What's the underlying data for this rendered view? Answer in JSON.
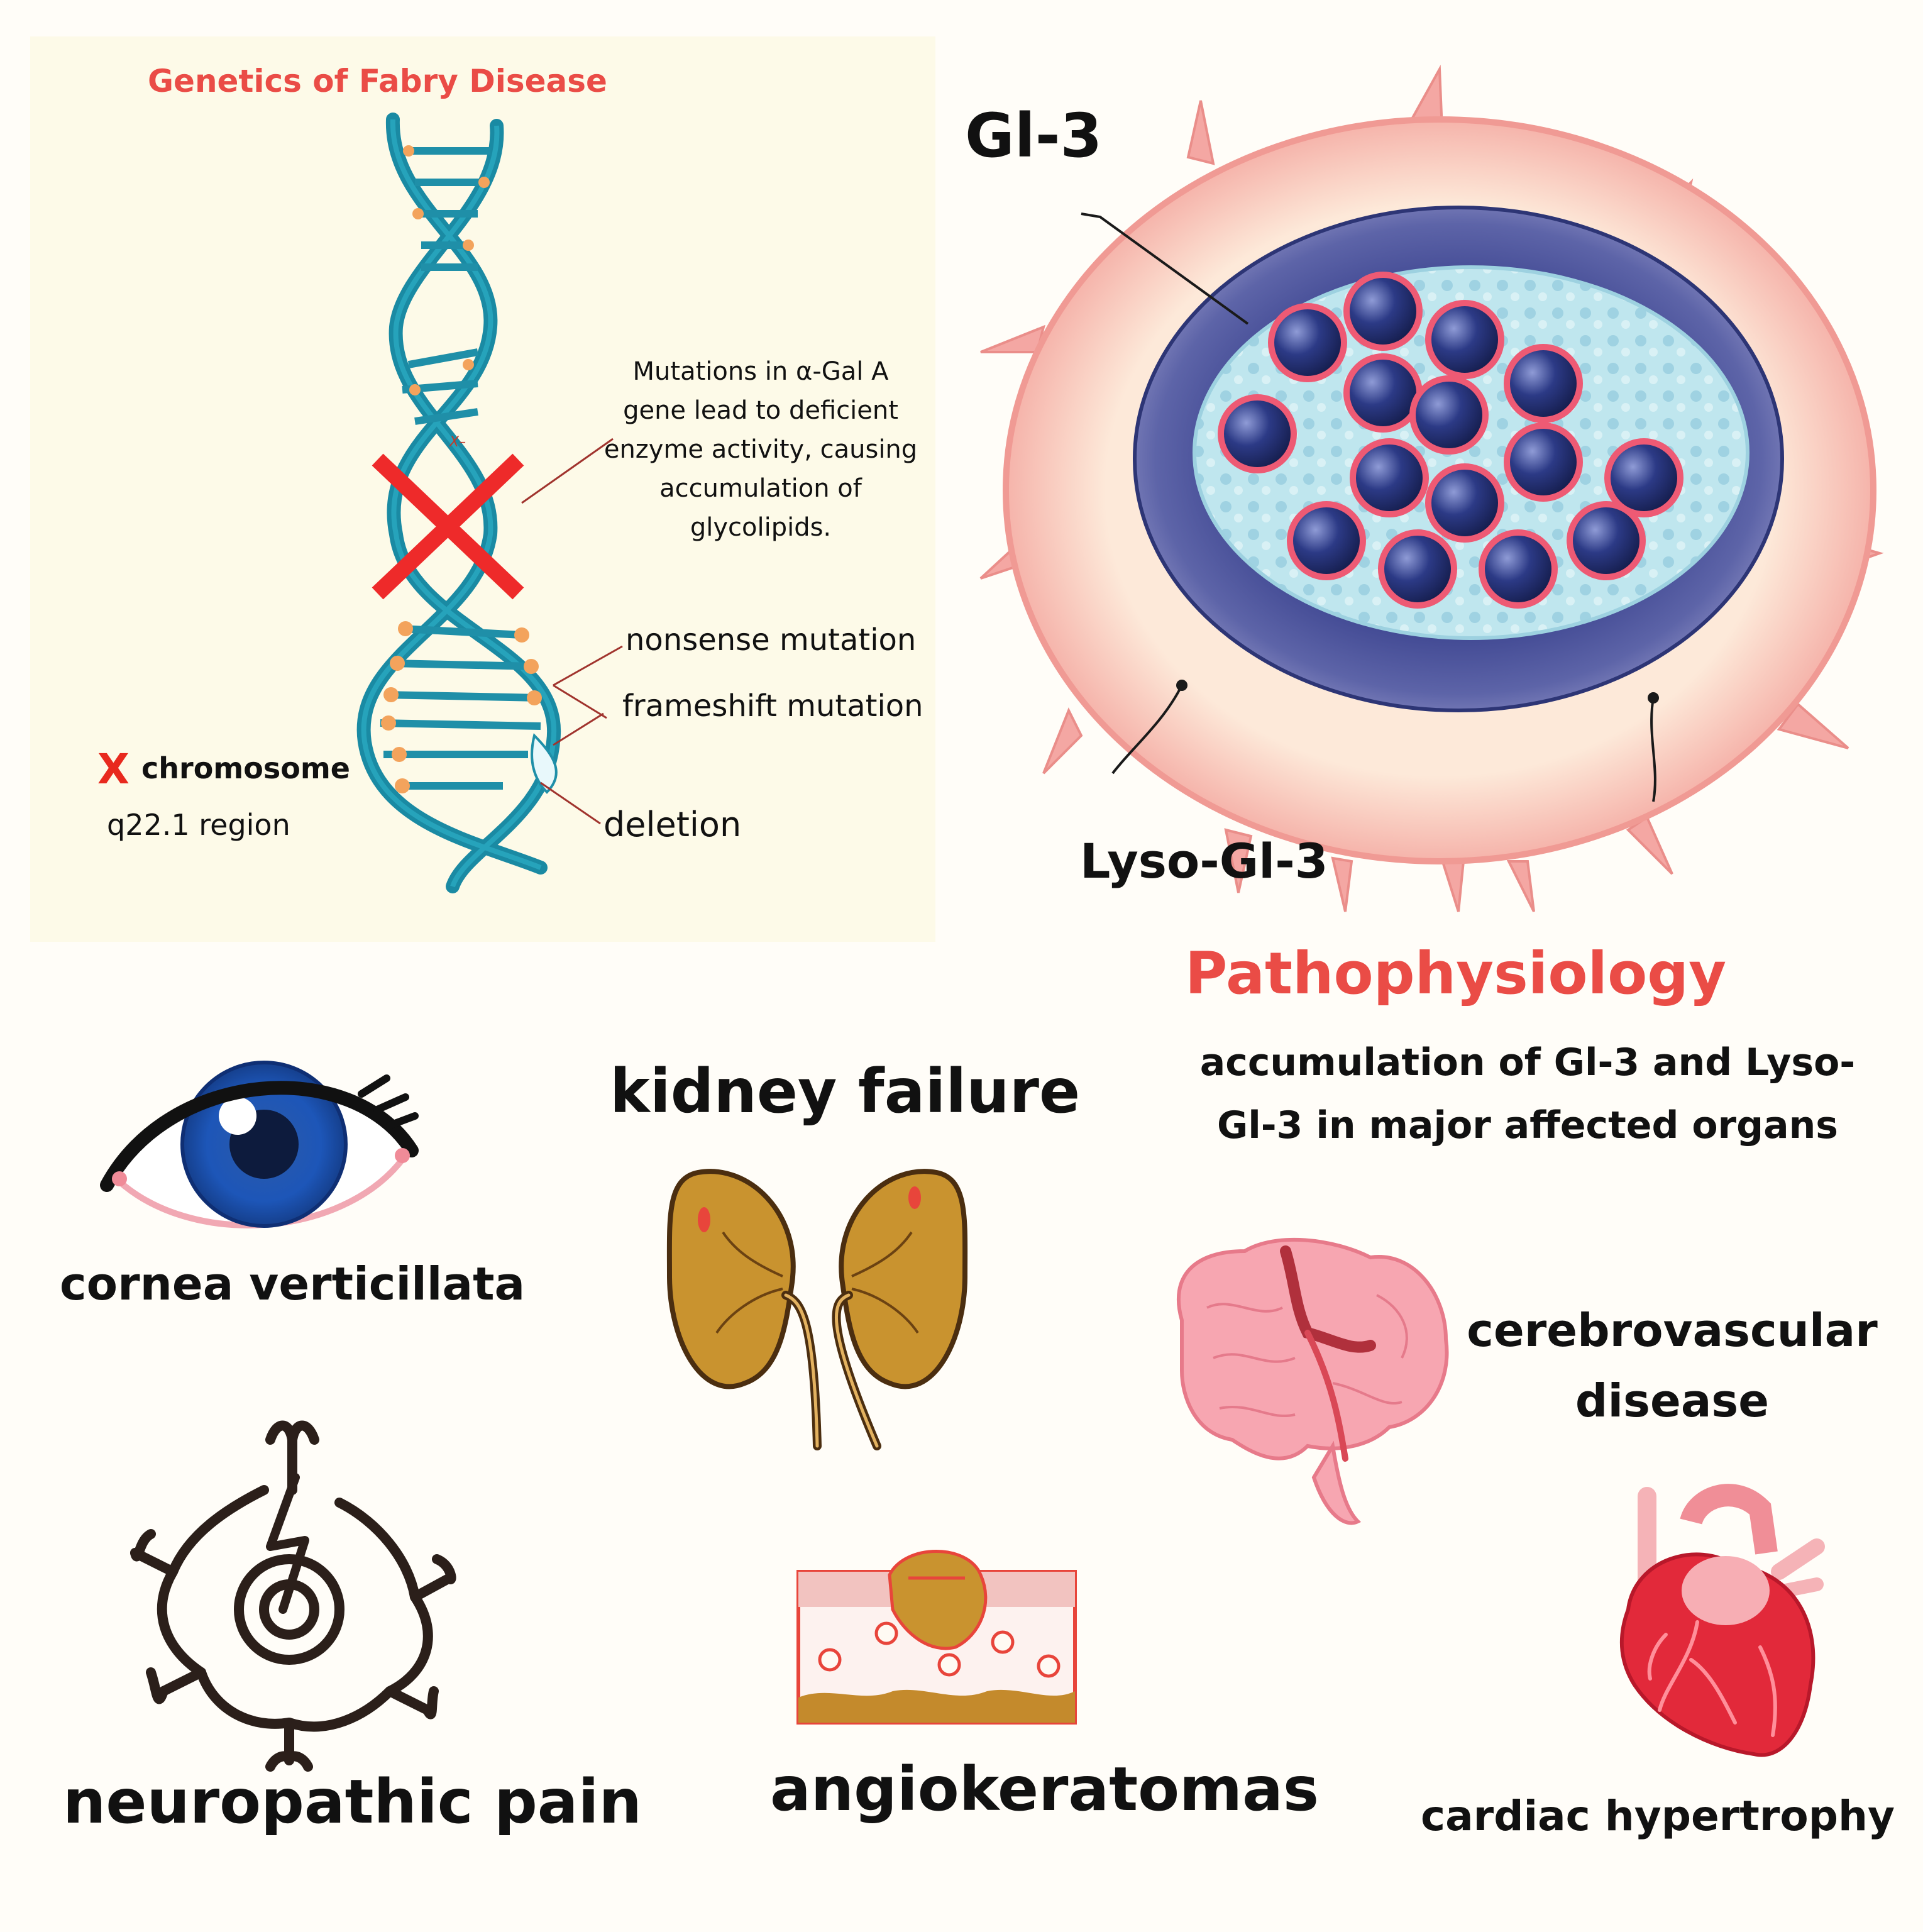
{
  "genetics": {
    "title": "Genetics of Fabry Disease",
    "dna_mark": "X–",
    "mutation_note": [
      "Mutations in α-Gal A",
      "gene lead to deficient",
      "enzyme activity, causing",
      "accumulation of",
      "glycolipids."
    ],
    "labels": {
      "nonsense": "nonsense mutation",
      "frameshift": "frameshift mutation",
      "deletion": "deletion"
    },
    "chromosome_letter": "X",
    "chromosome_label": "chromosome",
    "region_label": "q22.1 region"
  },
  "cell": {
    "gl3_label": "Gl-3",
    "lyso_label": "Lyso-Gl-3"
  },
  "pathophysiology": {
    "title": "Pathophysiology",
    "subtitle": [
      "accumulation of Gl-3 and Lyso-",
      "Gl-3 in major affected organs"
    ]
  },
  "organs": {
    "eye": "cornea verticillata",
    "kidney": "kidney failure",
    "brain": [
      "cerebrovascular",
      "disease"
    ],
    "nerve": "neuropathic pain",
    "skin": "angiokeratomas",
    "heart": "cardiac hypertrophy"
  },
  "colors": {
    "accent_red": "#ea4c46",
    "dna_teal": "#1f8fa8",
    "cell_pink": "#f4a7a3",
    "nucleus_navy": "#3a3f8a",
    "kidney_ochre": "#c9932f"
  }
}
